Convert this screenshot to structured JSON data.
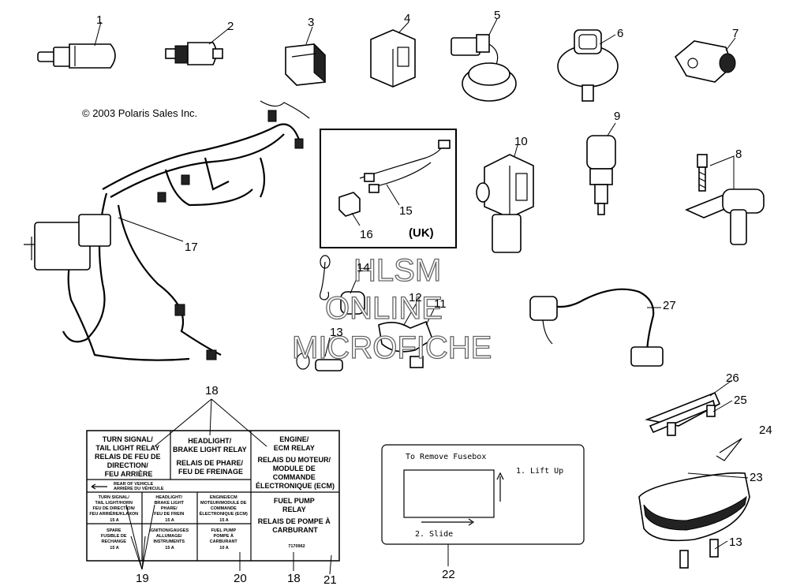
{
  "copyright": "© 2003 Polaris Sales Inc.",
  "watermark": {
    "line1": "HLSM",
    "line2": "ONLINE",
    "line3": "MICROFICHE"
  },
  "inset_label": "(UK)",
  "callouts": {
    "c1": "1",
    "c2": "2",
    "c3": "3",
    "c4": "4",
    "c5": "5",
    "c6": "6",
    "c7": "7",
    "c8": "8",
    "c9": "9",
    "c10": "10",
    "c11": "11",
    "c12": "12",
    "c13a": "13",
    "c13b": "13",
    "c14": "14",
    "c15": "15",
    "c16": "16",
    "c17": "17",
    "c18": "18",
    "c19": "19",
    "c20": "20",
    "c21": "21",
    "c22": "22",
    "c23": "23",
    "c24": "24",
    "c25": "25",
    "c26": "26",
    "c27": "27"
  },
  "relay_label": {
    "turn": [
      "TURN SIGNAL/",
      "TAIL LIGHT RELAY",
      "RELAIS DE FEU DE",
      "DIRECTION/",
      "FEU ARRIÈRE"
    ],
    "head": [
      "HEADLIGHT/",
      "BRAKE LIGHT RELAY"
    ],
    "head_fr": [
      "RELAIS DE PHARE/",
      "FEU DE FREINAGE"
    ],
    "ecm": [
      "ENGINE/",
      "ECM RELAY"
    ],
    "ecm_fr": [
      "RELAIS DU MOTEUR/",
      "MODULE DE",
      "COMMANDE",
      "ÉLECTRONIQUE (ECM)"
    ],
    "rear": [
      "REAR OF VEHICLE",
      "ARRIÈRE DU VÉHICULE"
    ],
    "fuse_turn": [
      "TURN SIGNAL/",
      "TAIL LIGHT/HORN",
      "FEU DE DIRECTION/",
      "FEU ARRIÈRE/KLAXON",
      "15 A"
    ],
    "fuse_head": [
      "HEADLIGHT/",
      "BRAKE LIGHT",
      "PHARE/",
      "FEU DE FREIN",
      "15 A"
    ],
    "fuse_ecm": [
      "ENGINE/ECM",
      "MOTEUR/MODULE DE",
      "COMMANDE",
      "ÉLECTRONIQUE (ECM)",
      "15 A"
    ],
    "fuel": [
      "FUEL PUMP",
      "RELAY"
    ],
    "fuel_fr": [
      "RELAIS DE POMPE À",
      "CARBURANT"
    ],
    "fuse_spare": [
      "SPARE",
      "FUSIBLE DE",
      "RECHANGE",
      "15 A"
    ],
    "fuse_ign": [
      "IGNITION/GAUGES",
      "ALLUMAGE/",
      "INSTRUMENTS",
      "15 A"
    ],
    "fuse_fuel": [
      "FUEL PUMP",
      "POMPE À",
      "CARBURANT",
      "10 A"
    ],
    "part_no": "7170962"
  },
  "fusebox_label": {
    "title": "To Remove Fusebox",
    "step1": "1. Lift Up",
    "step2": "2. Slide"
  }
}
